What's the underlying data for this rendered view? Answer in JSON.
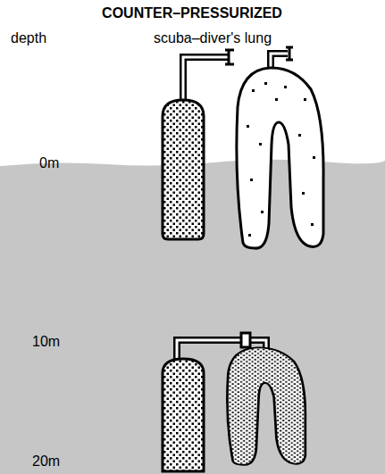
{
  "diagram": {
    "title": "COUNTER–PRESSURIZED",
    "labels": [
      "depth",
      "scuba–diver's lung",
      "0m",
      "10m",
      "20m"
    ]
  }
}
